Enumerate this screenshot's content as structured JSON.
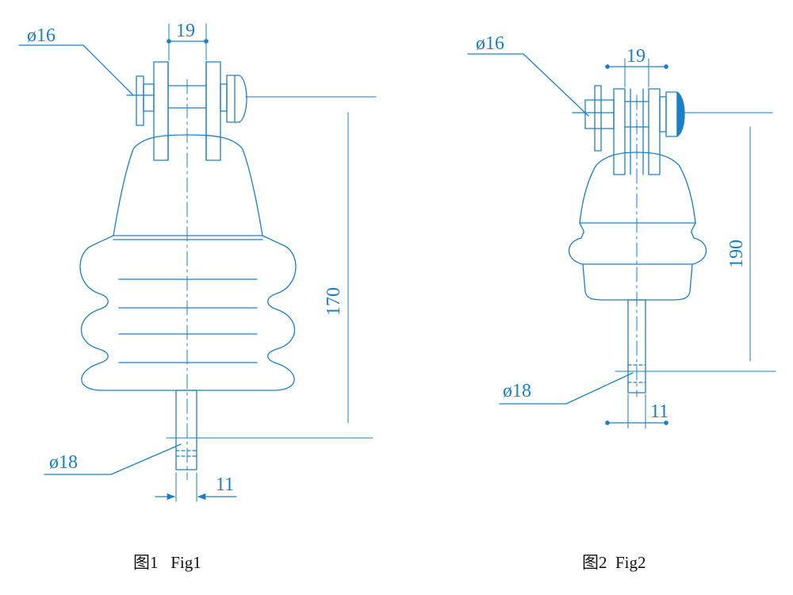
{
  "colors": {
    "line": "#1a7fc9",
    "dim_text": "#1a7fc9",
    "caption_text": "#111111",
    "nut_fill": "#1a7fc9"
  },
  "fig1": {
    "caption": "图1   Fig1",
    "dim_bolt_diameter": "ø16",
    "dim_clevis_gap": "19",
    "dim_height": "170",
    "dim_tongue_hole": "ø18",
    "dim_tongue_width": "11"
  },
  "fig2": {
    "caption": "图2  Fig2",
    "dim_bolt_diameter": "ø16",
    "dim_clevis_gap": "19",
    "dim_height": "190",
    "dim_tongue_hole": "ø18",
    "dim_tongue_width": "11"
  }
}
